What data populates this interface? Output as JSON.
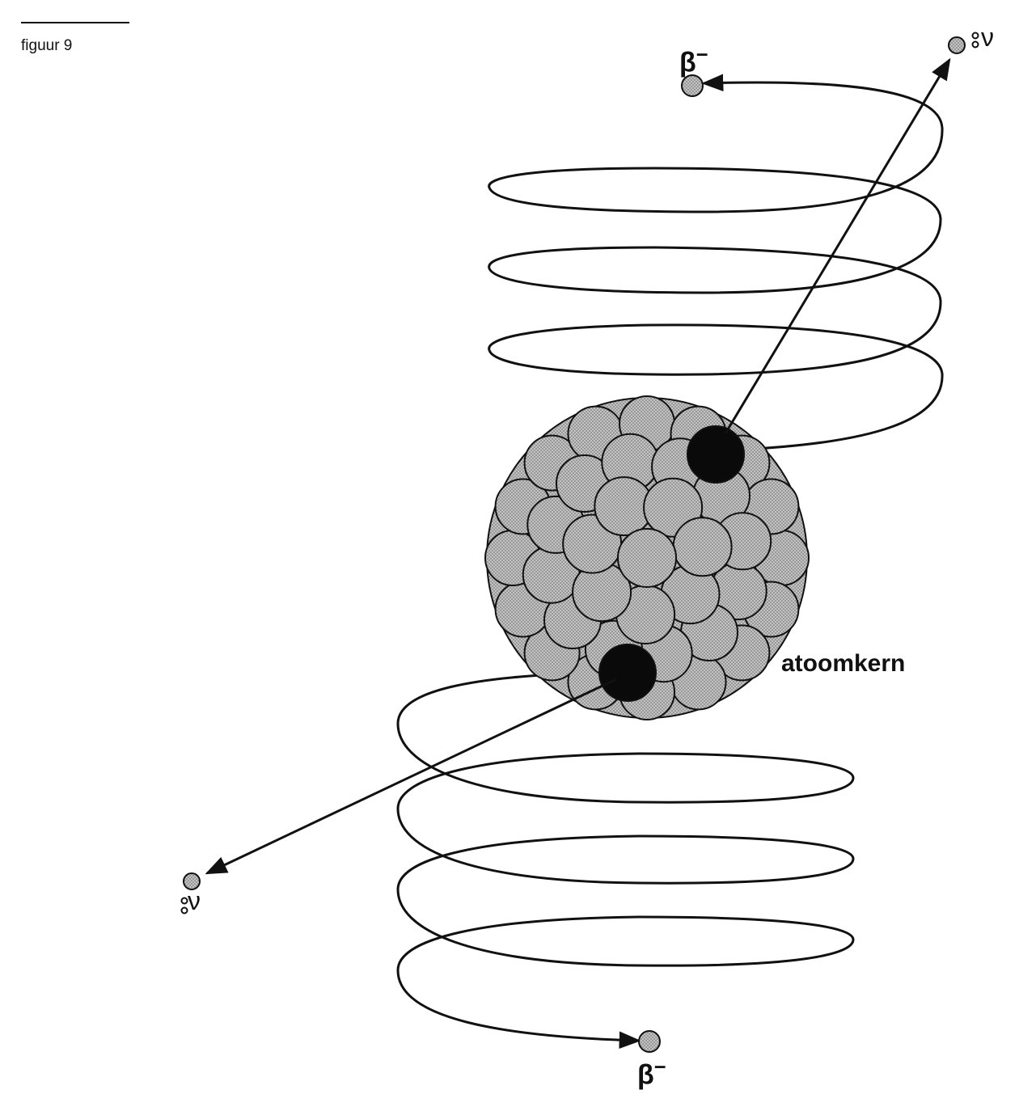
{
  "figure": {
    "caption": "figuur 9"
  },
  "labels": {
    "nucleus": "atoomkern",
    "beta_top": "β",
    "beta_top_charge": "−",
    "beta_bottom": "β",
    "beta_bottom_charge": "−",
    "neutrino_top": "ν",
    "neutrino_bottom": "ν"
  },
  "colors": {
    "nucleon_fill": "#b9b9b9",
    "emitting_nucleon_fill": "#0a0a0a",
    "line": "#111111"
  }
}
